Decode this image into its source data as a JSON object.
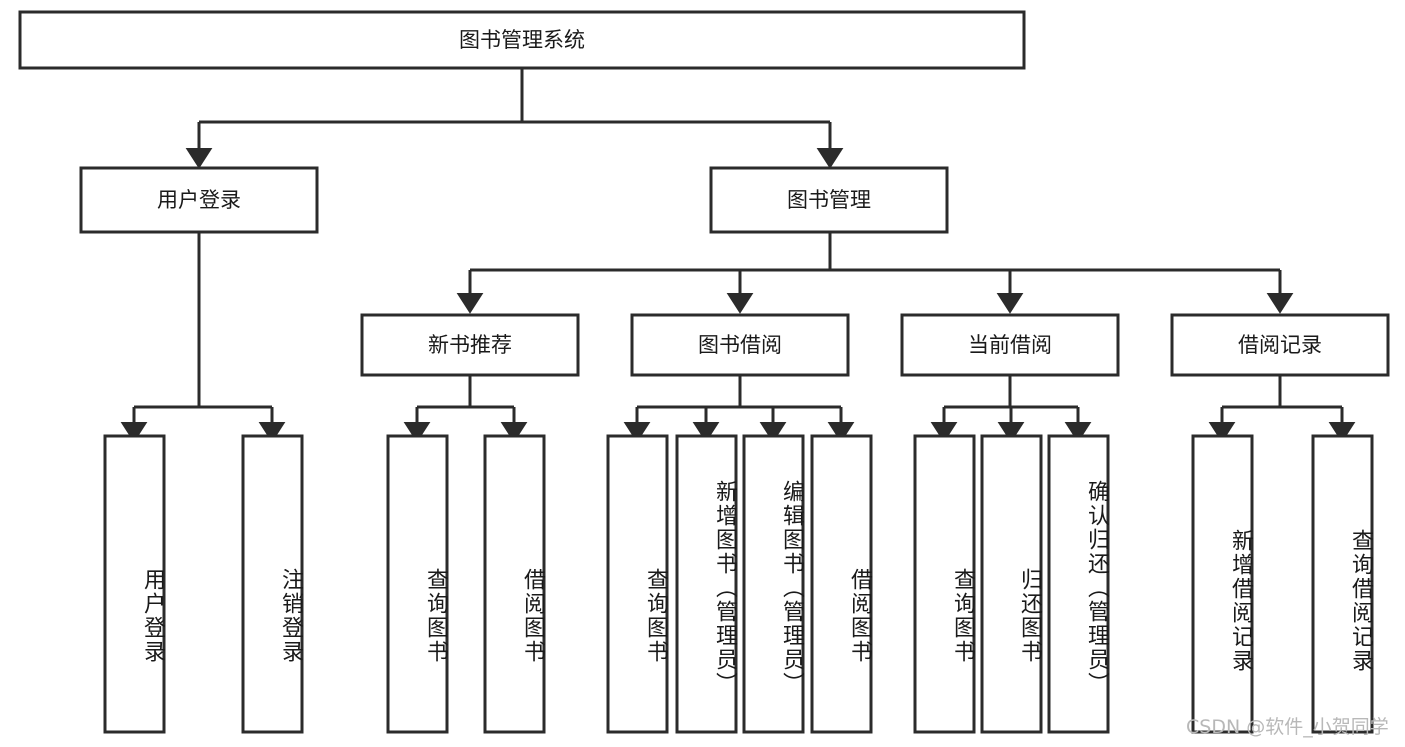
{
  "diagram": {
    "type": "hierarchy-flowchart",
    "root": {
      "id": "root",
      "label": "图书管理系统"
    },
    "level2": [
      {
        "id": "user-login",
        "label": "用户登录"
      },
      {
        "id": "book-manage",
        "label": "图书管理"
      }
    ],
    "level3": [
      {
        "id": "new-book-recommend",
        "label": "新书推荐"
      },
      {
        "id": "book-borrow",
        "label": "图书借阅"
      },
      {
        "id": "current-borrow",
        "label": "当前借阅"
      },
      {
        "id": "borrow-record",
        "label": "借阅记录"
      }
    ],
    "leaves": {
      "user_login": [
        {
          "id": "leaf-user-login",
          "label": "用户登录"
        },
        {
          "id": "leaf-logout-login",
          "label": "注销登录"
        }
      ],
      "new_book_recommend": [
        {
          "id": "leaf-query-book-1",
          "label": "查询图书"
        },
        {
          "id": "leaf-borrow-book-1",
          "label": "借阅图书"
        }
      ],
      "book_borrow": [
        {
          "id": "leaf-query-book-2",
          "label": "查询图书"
        },
        {
          "id": "leaf-add-book",
          "label": "新增图书（管理员）"
        },
        {
          "id": "leaf-edit-book",
          "label": "编辑图书（管理员）"
        },
        {
          "id": "leaf-borrow-book-2",
          "label": "借阅图书"
        }
      ],
      "current_borrow": [
        {
          "id": "leaf-query-book-3",
          "label": "查询图书"
        },
        {
          "id": "leaf-return-book",
          "label": "归还图书"
        },
        {
          "id": "leaf-confirm-return",
          "label": "确认归还（管理员）"
        }
      ],
      "borrow_record": [
        {
          "id": "leaf-add-record",
          "label": "新增借阅记录"
        },
        {
          "id": "leaf-query-record",
          "label": "查询借阅记录"
        }
      ]
    }
  },
  "watermark": {
    "text": "CSDN @软件_小贺同学"
  },
  "colors": {
    "stroke": "#2b2b2b",
    "box_fill": "#ffffff",
    "text": "#1a1a1a",
    "watermark": "#b8b8b8",
    "background": "#ffffff"
  }
}
